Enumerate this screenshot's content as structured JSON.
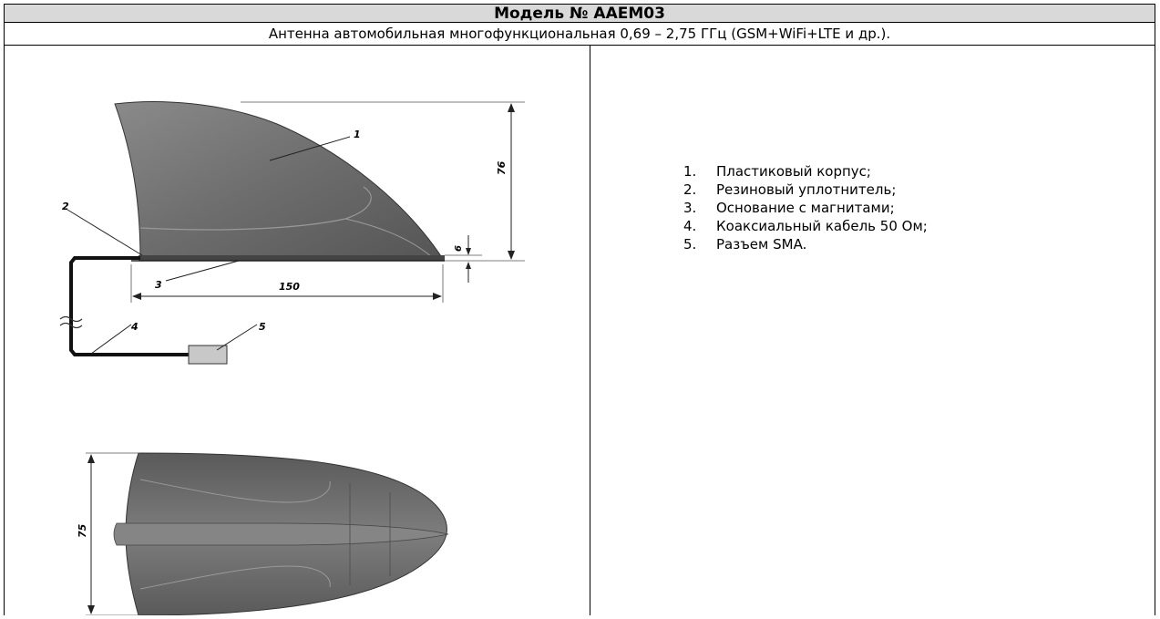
{
  "header": {
    "model_title": "Модель № AAEM03",
    "subtitle": "Антенна автомобильная многофункциональная 0,69 – 2,75 ГГц (GSM+WiFi+LTE и др.)."
  },
  "drawing": {
    "dim_height": "76",
    "dim_base_height": "6",
    "dim_length": "150",
    "dim_width": "75",
    "callouts": [
      "1",
      "2",
      "3",
      "4",
      "5"
    ]
  },
  "legend": {
    "items": [
      {
        "num": "1.",
        "text": "Пластиковый корпус;"
      },
      {
        "num": "2.",
        "text": "Резиновый уплотнитель;"
      },
      {
        "num": "3.",
        "text": "Основание с магнитами;"
      },
      {
        "num": "4.",
        "text": "Коаксиальный кабель 50 Ом;"
      },
      {
        "num": "5.",
        "text": "Разъем SMA."
      }
    ]
  },
  "colors": {
    "header_bg": "#d9d9d9",
    "body_fill": "#6f6f6f",
    "body_dark": "#4a4a4a",
    "connector_fill": "#c8c8c8"
  }
}
